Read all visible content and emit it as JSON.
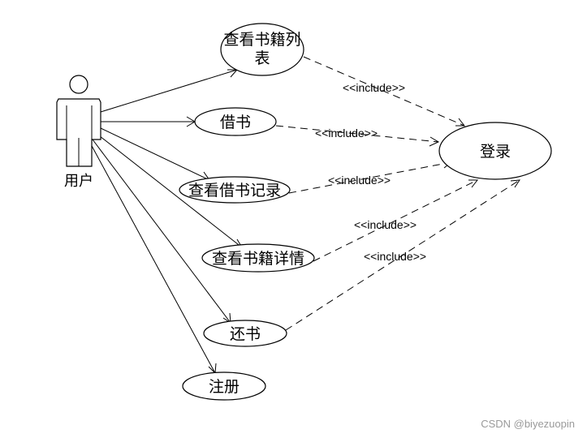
{
  "actor": {
    "label": "用户"
  },
  "use_cases": {
    "view_book_list": {
      "line1": "查看书籍列",
      "line2": "表"
    },
    "borrow": {
      "label": "借书"
    },
    "borrow_records": {
      "label": "查看借书记录"
    },
    "book_detail": {
      "label": "查看书籍详情"
    },
    "return_book": {
      "label": "还书"
    },
    "register": {
      "label": "注册"
    },
    "login": {
      "label": "登录"
    }
  },
  "relations": {
    "include_label": "<<include>>"
  },
  "watermark": "CSDN @biyezuopin"
}
